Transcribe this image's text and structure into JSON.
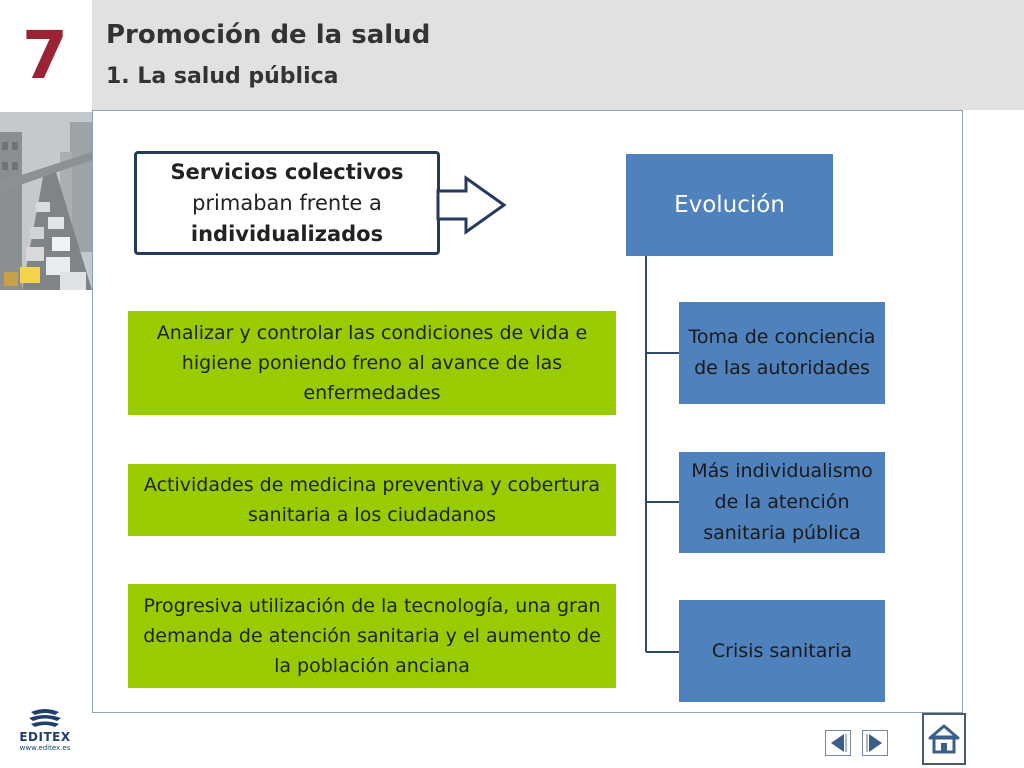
{
  "header": {
    "chapter_number": "7",
    "title": "Promoción de la salud",
    "subtitle": "1. La salud pública"
  },
  "callout": {
    "line1": "Servicios colectivos",
    "line2": "primaban frente a",
    "line3": "individualizados"
  },
  "evolution_label": "Evolución",
  "green_items": [
    "Analizar y controlar las condiciones de vida e higiene poniendo freno al avance de las enfermedades",
    "Actividades de medicina preventiva y cobertura sanitaria a los ciudadanos",
    "Progresiva utilización de la tecnología, una gran demanda de atención sanitaria y el aumento de la población anciana"
  ],
  "blue_items": [
    "Toma de conciencia de las autoridades",
    "Más individualismo de la atención sanitaria pública",
    "Crisis sanitaria"
  ],
  "logo": {
    "name": "EDITEX",
    "url": "www.editex.es"
  },
  "colors": {
    "chapter": "#9b2335",
    "green": "#99cc00",
    "blue": "#4f81bd",
    "callout_border": "#243a5e"
  },
  "icons": [
    "previous-arrow-icon",
    "next-arrow-icon",
    "home-icon",
    "editex-logo-icon"
  ]
}
